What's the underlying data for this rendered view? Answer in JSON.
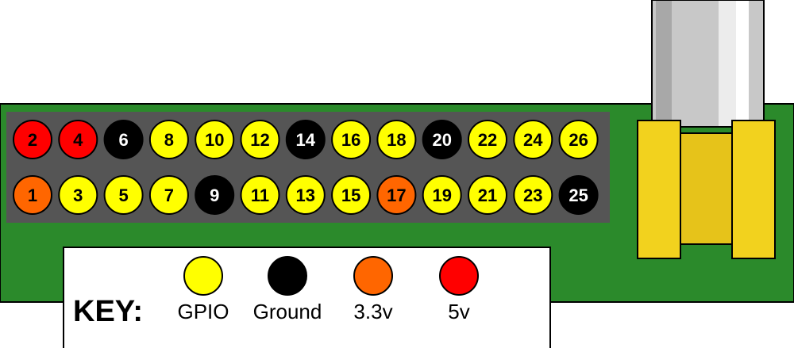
{
  "colors": {
    "gpio": "#ffff00",
    "ground": "#000000",
    "v33": "#ff6600",
    "v5": "#ff0000",
    "board": "#2b8a2b",
    "header": "#555555",
    "connector": "#f2d21e",
    "connector_inner": "#e6c31a",
    "cable": "#c8c8c8"
  },
  "pins": {
    "top": [
      {
        "label": "2",
        "kind": "v5"
      },
      {
        "label": "4",
        "kind": "v5"
      },
      {
        "label": "6",
        "kind": "ground"
      },
      {
        "label": "8",
        "kind": "gpio"
      },
      {
        "label": "10",
        "kind": "gpio"
      },
      {
        "label": "12",
        "kind": "gpio"
      },
      {
        "label": "14",
        "kind": "ground"
      },
      {
        "label": "16",
        "kind": "gpio"
      },
      {
        "label": "18",
        "kind": "gpio"
      },
      {
        "label": "20",
        "kind": "ground"
      },
      {
        "label": "22",
        "kind": "gpio"
      },
      {
        "label": "24",
        "kind": "gpio"
      },
      {
        "label": "26",
        "kind": "gpio"
      }
    ],
    "bottom": [
      {
        "label": "1",
        "kind": "v33"
      },
      {
        "label": "3",
        "kind": "gpio"
      },
      {
        "label": "5",
        "kind": "gpio"
      },
      {
        "label": "7",
        "kind": "gpio"
      },
      {
        "label": "9",
        "kind": "ground"
      },
      {
        "label": "11",
        "kind": "gpio"
      },
      {
        "label": "13",
        "kind": "gpio"
      },
      {
        "label": "15",
        "kind": "gpio"
      },
      {
        "label": "17",
        "kind": "v33"
      },
      {
        "label": "19",
        "kind": "gpio"
      },
      {
        "label": "21",
        "kind": "gpio"
      },
      {
        "label": "23",
        "kind": "gpio"
      },
      {
        "label": "25",
        "kind": "ground"
      }
    ]
  },
  "key": {
    "title": "KEY:",
    "items": [
      {
        "label": "GPIO",
        "kind": "gpio"
      },
      {
        "label": "Ground",
        "kind": "ground"
      },
      {
        "label": "3.3v",
        "kind": "v33"
      },
      {
        "label": "5v",
        "kind": "v5"
      }
    ]
  }
}
